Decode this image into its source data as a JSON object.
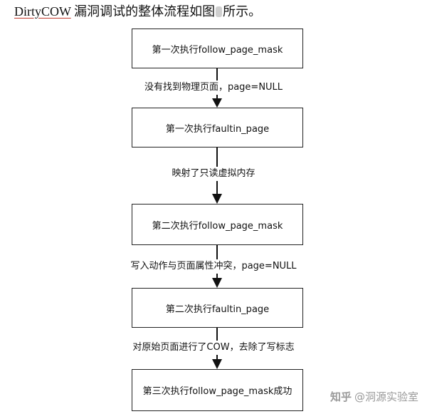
{
  "intro": {
    "brand": "DirtyCOW",
    "text_before_ref": " 漏洞调试的整体流程如图",
    "text_after_ref": "所示。"
  },
  "flow": {
    "steps": [
      "第一次执行follow_page_mask",
      "第一次执行faultin_page",
      "第二次执行follow_page_mask",
      "第二次执行faultin_page",
      "第三次执行follow_page_mask成功"
    ],
    "transitions": [
      "没有找到物理页面，page=NULL",
      "映射了只读虚拟内存",
      "写入动作与页面属性冲突，page=NULL",
      "对原始页面进行了COW，去除了写标志"
    ]
  },
  "watermark": {
    "site": "知乎",
    "author": "@洞源实验室"
  }
}
